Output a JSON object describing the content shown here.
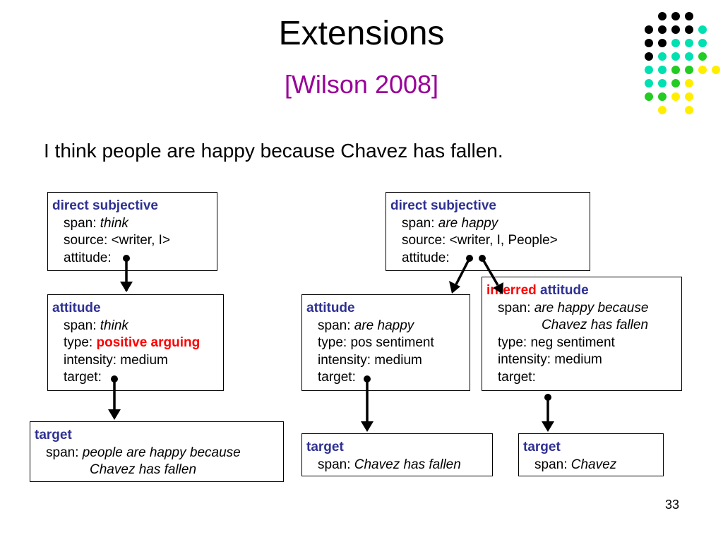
{
  "slide": {
    "title": "Extensions",
    "subtitle": "[Wilson 2008]",
    "sentence": "I think people are happy because Chavez has fallen.",
    "page_number": "33"
  },
  "colors": {
    "header": "#2e3192",
    "subtitle": "#990099",
    "highlight": "#ff0000",
    "dot_black": "#000000",
    "dot_teal": "#00e0b0",
    "dot_green": "#22cc22",
    "dot_yellow": "#ffee00"
  },
  "boxes": {
    "ds1": {
      "header": "direct subjective",
      "span_label": "span:",
      "span": "think",
      "source": "source: <writer, I>",
      "attitude": "attitude:"
    },
    "ds2": {
      "header": "direct subjective",
      "span_label": "span:",
      "span": "are happy",
      "source": "source: <writer, I, People>",
      "attitude": "attitude:"
    },
    "att1": {
      "header": "attitude",
      "span_label": "span:",
      "span": "think",
      "type_label": "type:",
      "type": "positive arguing",
      "intensity": "intensity: medium",
      "target": "target:"
    },
    "att2": {
      "header": "attitude",
      "span_label": "span:",
      "span": "are happy",
      "type": "type: pos sentiment",
      "intensity": "intensity: medium",
      "target": "target:"
    },
    "att3": {
      "header_red": "inferred",
      "header_rest": "attitude",
      "span_label": "span:",
      "span_line1": "are happy because",
      "span_line2": "Chavez has fallen",
      "type": "type: neg sentiment",
      "intensity": "intensity: medium",
      "target": "target:"
    },
    "tgt1": {
      "header": "target",
      "span_label": "span:",
      "span_line1": "people are happy because",
      "span_line2": "Chavez has fallen"
    },
    "tgt2": {
      "header": "target",
      "span_label": "span:",
      "span": "Chavez has fallen"
    },
    "tgt3": {
      "header": "target",
      "span_label": "span:",
      "span": "Chavez"
    }
  }
}
